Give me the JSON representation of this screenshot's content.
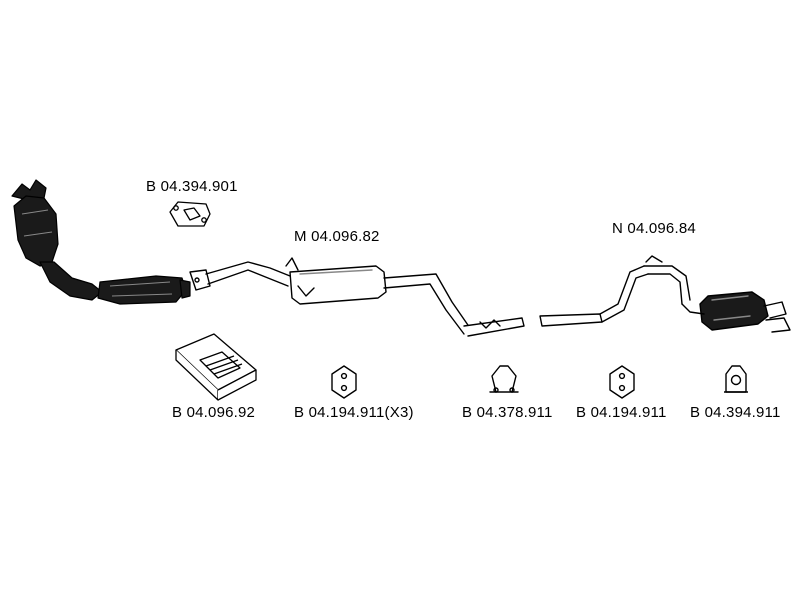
{
  "colors": {
    "background": "#ffffff",
    "ink": "#000000",
    "part_fill": "#1a1a1a",
    "part_highlight": "#888888"
  },
  "labels": {
    "b_04_394_901": "B 04.394.901",
    "m_04_096_82": "M 04.096.82",
    "n_04_096_84": "N 04.096.84",
    "b_04_096_92": "B 04.096.92",
    "b_04_194_911_x3": "B 04.194.911",
    "x3": "(X3)",
    "b_04_378_911": "B 04.378.911",
    "b_04_194_911": "B 04.194.911",
    "b_04_394_911": "B 04.394.911"
  },
  "parts": [
    {
      "name": "catalytic-converter-front-pipe",
      "icon": "catalytic-converter-icon"
    },
    {
      "name": "gasket-b-04-394-901",
      "icon": "flange-gasket-icon"
    },
    {
      "name": "middle-silencer-m-04-096-82",
      "icon": "middle-silencer-icon"
    },
    {
      "name": "rear-silencer-n-04-096-84",
      "icon": "rear-silencer-icon"
    },
    {
      "name": "mounting-kit-b-04-096-92",
      "icon": "mounting-kit-box-icon"
    },
    {
      "name": "rubber-hanger-b-04-194-911-x3",
      "icon": "rubber-hanger-icon"
    },
    {
      "name": "clamp-b-04-378-911",
      "icon": "pipe-clamp-icon"
    },
    {
      "name": "rubber-hanger-b-04-194-911",
      "icon": "rubber-hanger-icon"
    },
    {
      "name": "rubber-hanger-b-04-394-911",
      "icon": "rubber-hanger-round-icon"
    }
  ]
}
